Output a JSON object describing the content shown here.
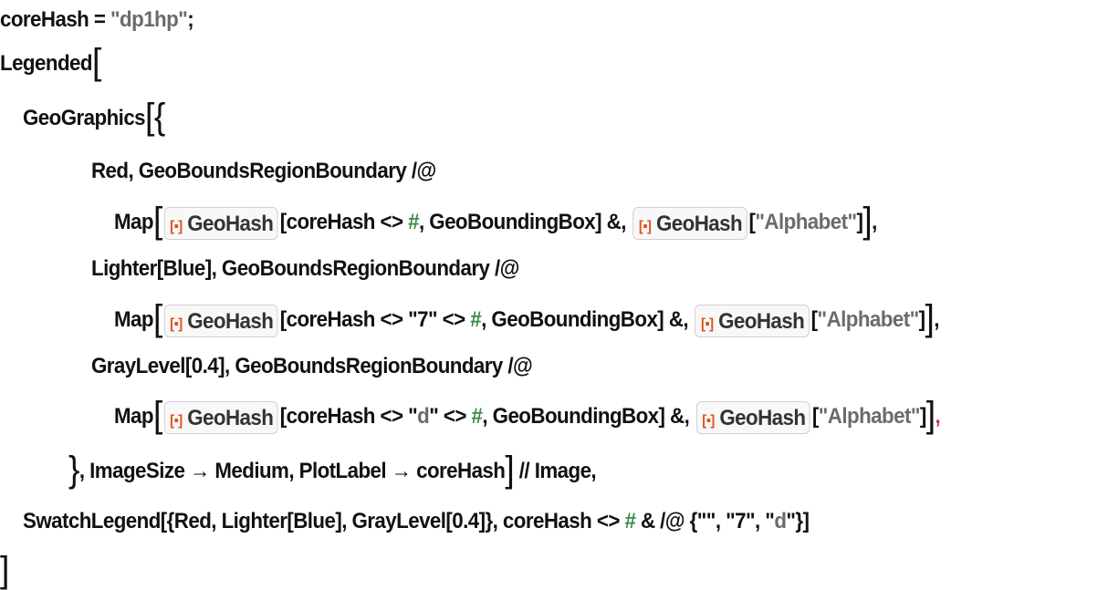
{
  "entity_icon": "entity-bracket-icon",
  "colors": {
    "string": "#6b6b6b",
    "slot": "#3c8a4c",
    "entity_icon": "#e0531a",
    "magenta": "#c0307e"
  },
  "lines": [
    {
      "indent": 0,
      "tokens": [
        {
          "t": "coreHash = "
        },
        {
          "t": "\"dp1hp\"",
          "c": "str"
        },
        {
          "t": ";"
        }
      ]
    },
    {
      "indent": 0,
      "tokens": [
        {
          "t": "Legended"
        },
        {
          "t": "[",
          "c": "big"
        }
      ]
    },
    {
      "indent": 1,
      "tokens": [
        {
          "t": "GeoGraphics"
        },
        {
          "t": "[{",
          "c": "big"
        }
      ]
    },
    {
      "indent": 4,
      "tokens": [
        {
          "t": "Red, GeoBoundsRegionBoundary /@"
        }
      ]
    },
    {
      "indent": 5,
      "tokens": [
        {
          "t": "Map"
        },
        {
          "t": "[",
          "c": "big"
        },
        {
          "t": "GeoHash",
          "c": "box"
        },
        {
          "t": "[coreHash <> "
        },
        {
          "t": "#",
          "c": "slot"
        },
        {
          "t": ", GeoBoundingBox] &, "
        },
        {
          "t": "GeoHash",
          "c": "box"
        },
        {
          "t": "["
        },
        {
          "t": "\"Alphabet\"",
          "c": "str"
        },
        {
          "t": "]"
        },
        {
          "t": "]",
          "c": "big"
        },
        {
          "t": ","
        }
      ]
    },
    {
      "indent": 4,
      "tokens": [
        {
          "t": "Lighter[Blue], GeoBoundsRegionBoundary /@"
        }
      ]
    },
    {
      "indent": 5,
      "tokens": [
        {
          "t": "Map"
        },
        {
          "t": "[",
          "c": "big"
        },
        {
          "t": "GeoHash",
          "c": "box"
        },
        {
          "t": "[coreHash <> \"7\" <> "
        },
        {
          "t": "#",
          "c": "slot"
        },
        {
          "t": ", GeoBoundingBox] &, "
        },
        {
          "t": "GeoHash",
          "c": "box"
        },
        {
          "t": "["
        },
        {
          "t": "\"Alphabet\"",
          "c": "str"
        },
        {
          "t": "]"
        },
        {
          "t": "]",
          "c": "big"
        },
        {
          "t": ","
        }
      ]
    },
    {
      "indent": 4,
      "tokens": [
        {
          "t": "GrayLevel[0.4], GeoBoundsRegionBoundary /@"
        }
      ]
    },
    {
      "indent": 5,
      "tokens": [
        {
          "t": "Map"
        },
        {
          "t": "[",
          "c": "big"
        },
        {
          "t": "GeoHash",
          "c": "box"
        },
        {
          "t": "[coreHash <> \""
        },
        {
          "t": "d",
          "c": "str"
        },
        {
          "t": "\" <> "
        },
        {
          "t": "#",
          "c": "slot"
        },
        {
          "t": ", GeoBoundingBox] &, "
        },
        {
          "t": "GeoHash",
          "c": "box"
        },
        {
          "t": "["
        },
        {
          "t": "\"Alphabet\"",
          "c": "str"
        },
        {
          "t": "]"
        },
        {
          "t": "]",
          "c": "big"
        },
        {
          "t": ",",
          "c": "mag"
        }
      ]
    },
    {
      "indent": 3,
      "tokens": [
        {
          "t": "}",
          "c": "big"
        },
        {
          "t": ", ImageSize → Medium, PlotLabel → coreHash"
        },
        {
          "t": "]",
          "c": "big"
        },
        {
          "t": " // Image,"
        }
      ]
    },
    {
      "indent": 1,
      "tokens": [
        {
          "t": "SwatchLegend[{Red, Lighter[Blue], GrayLevel[0.4]}, coreHash <> "
        },
        {
          "t": "#",
          "c": "slot"
        },
        {
          "t": " & /@ {\"\", \"7\", \""
        },
        {
          "t": "d",
          "c": "str"
        },
        {
          "t": "\"}]"
        }
      ]
    },
    {
      "indent": 0,
      "tokens": [
        {
          "t": "]",
          "c": "big"
        }
      ]
    }
  ]
}
